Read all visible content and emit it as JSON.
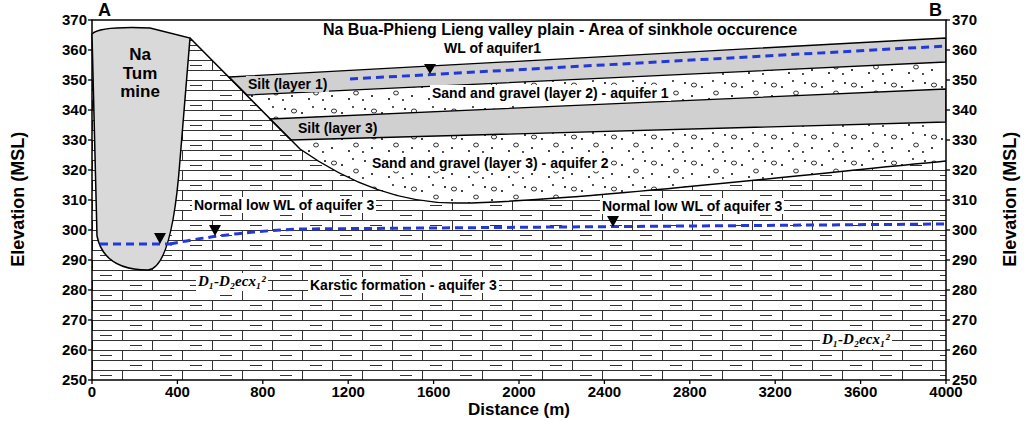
{
  "diagram": {
    "title": "Na Bua-Phieng Lieng valley plain - Area of sinkhole occurence",
    "nodes": [
      {
        "text": [
          "Na Tum mine"
        ]
      }
    ],
    "labels": [
      "A",
      "B",
      "WL of aquifer1",
      "Silt (layer 1)",
      "Sand and gravel (layer 2) - aquifer 1",
      "Silt (layer 3)",
      "Sand and gravel (layer 3) - aquifer 2",
      "Normal low WL of aquifer 3",
      "Normal low WL of aquifer 3",
      "Karstic formation - aquifer 3",
      "D₁-D₂ecx₁²",
      "D₁-D₂ecx₁²",
      "Elevation (MSL)",
      "Elevation (MSL)",
      "Distance (m)",
      "370",
      "360",
      "350",
      "340",
      "330",
      "320",
      "310",
      "300",
      "290",
      "280",
      "270",
      "260",
      "250",
      "370",
      "360",
      "350",
      "340",
      "330",
      "320",
      "310",
      "300",
      "290",
      "280",
      "270",
      "260",
      "250",
      "0",
      "400",
      "800",
      "1200",
      "1600",
      "2000",
      "2400",
      "2800",
      "3200",
      "3600",
      "4000"
    ]
  }
}
